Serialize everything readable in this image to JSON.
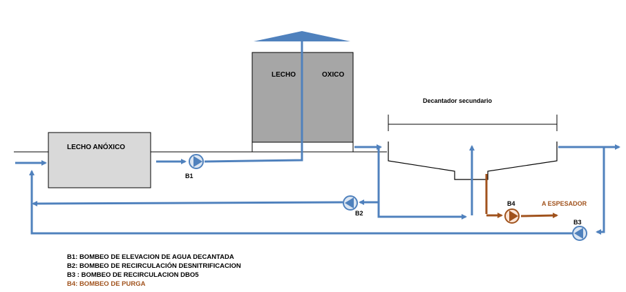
{
  "tanks": {
    "anoxic": "LECHO ANÓXICO",
    "oxic_left": "LECHO",
    "oxic_right": "OXICO",
    "clarifier": "Decantador secundario"
  },
  "pumps": {
    "b1": "B1",
    "b2": "B2",
    "b3": "B3",
    "b4": "B4"
  },
  "outlets": {
    "thickener": "A ESPESADOR"
  },
  "legend": [
    "B1: BOMBEO DE ELEVACION DE AGUA DECANTADA",
    "B2: BOMBEO DE RECIRCULACIÓN DESNITRIFICACION",
    "B3 : BOMBEO DE RECIRCULACION DBO5",
    "B4: BOMBEO DE PURGA"
  ],
  "colors": {
    "water_pipe": "#4f81bd",
    "sludge_pipe": "#a0521c",
    "anoxic_fill": "#d9d9d9",
    "oxic_fill": "#a6a6a6",
    "roof": "#4f81bd",
    "legend_purge": "#a0521c"
  }
}
